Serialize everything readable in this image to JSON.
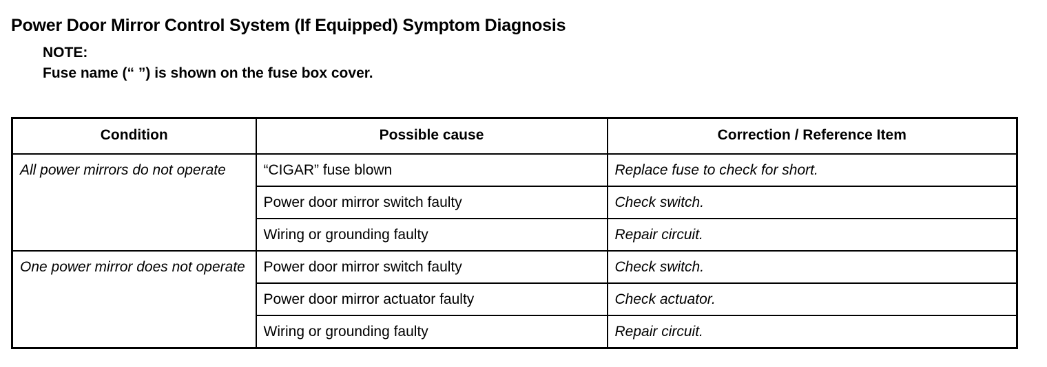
{
  "document": {
    "title": "Power Door Mirror Control System (If Equipped) Symptom Diagnosis",
    "note": {
      "label": "NOTE:",
      "text": "Fuse name (“ ”) is shown on the fuse box cover."
    }
  },
  "table": {
    "headers": {
      "condition": "Condition",
      "possible_cause": "Possible cause",
      "correction": "Correction / Reference Item"
    },
    "groups": [
      {
        "condition": "All power mirrors do not operate",
        "rows": [
          {
            "possible_cause": "“CIGAR” fuse blown",
            "correction": "Replace fuse to check for short."
          },
          {
            "possible_cause": "Power door mirror switch faulty",
            "correction": "Check switch."
          },
          {
            "possible_cause": "Wiring or grounding faulty",
            "correction": "Repair circuit."
          }
        ]
      },
      {
        "condition": "One power mirror does not operate",
        "rows": [
          {
            "possible_cause": "Power door mirror switch faulty",
            "correction": "Check switch."
          },
          {
            "possible_cause": "Power door mirror actuator faulty",
            "correction": "Check actuator."
          },
          {
            "possible_cause": "Wiring or grounding faulty",
            "correction": "Repair circuit."
          }
        ]
      }
    ]
  },
  "colors": {
    "text": "#000000",
    "background": "#ffffff",
    "border": "#000000"
  }
}
